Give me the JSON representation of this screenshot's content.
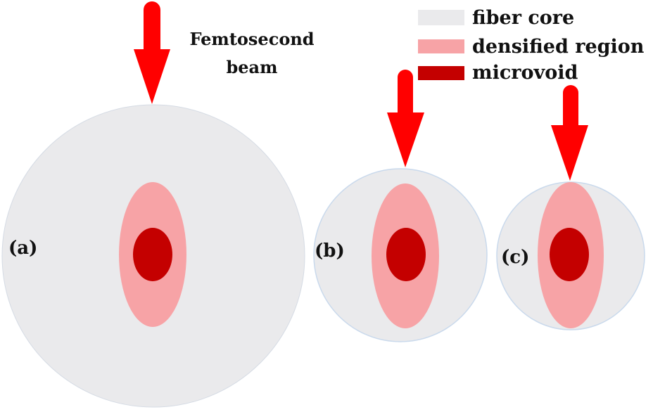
{
  "colors": {
    "fiber_core": "#eaeaec",
    "fiber_edge": "#c9d9ec",
    "densified_region": "#f7a3a6",
    "microvoid": "#c40000",
    "beam": "#ff0000",
    "text": "#111111"
  },
  "beam_label": {
    "line1": "Femtosecond",
    "line2": "beam"
  },
  "legend": {
    "items": [
      {
        "label": "fiber core",
        "color_key": "fiber_core"
      },
      {
        "label": "densified region",
        "color_key": "densified_region"
      },
      {
        "label": "microvoid",
        "color_key": "microvoid"
      }
    ]
  },
  "panels": [
    {
      "label": "(a)"
    },
    {
      "label": "(b)"
    },
    {
      "label": "(c)"
    }
  ]
}
